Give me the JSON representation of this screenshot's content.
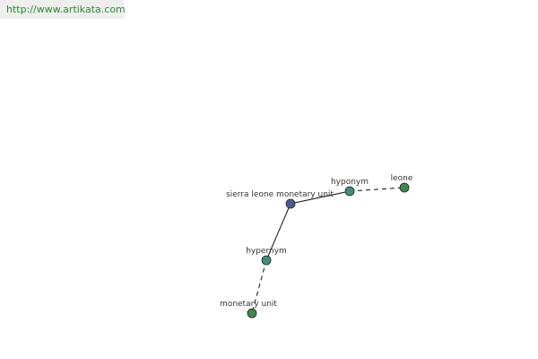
{
  "watermark": {
    "url": "http://www.artikata.com",
    "color": "#2b8a2b"
  },
  "graph": {
    "nodes": [
      {
        "id": "center",
        "label": "sierra leone monetary unit",
        "color": "#4a5a9a"
      },
      {
        "id": "hyponym",
        "label": "hyponym",
        "color": "#3f8f80"
      },
      {
        "id": "leone",
        "label": "leone",
        "color": "#3f8a4a"
      },
      {
        "id": "hypernym",
        "label": "hypernym",
        "color": "#3f8f80"
      },
      {
        "id": "monetary-unit",
        "label": "monetary unit",
        "color": "#3f8a4a"
      }
    ],
    "edges": [
      {
        "from": "center",
        "to": "hyponym",
        "style": "solid"
      },
      {
        "from": "hyponym",
        "to": "leone",
        "style": "dashed"
      },
      {
        "from": "center",
        "to": "hypernym",
        "style": "solid"
      },
      {
        "from": "hypernym",
        "to": "monetary-unit",
        "style": "dashed"
      }
    ]
  }
}
